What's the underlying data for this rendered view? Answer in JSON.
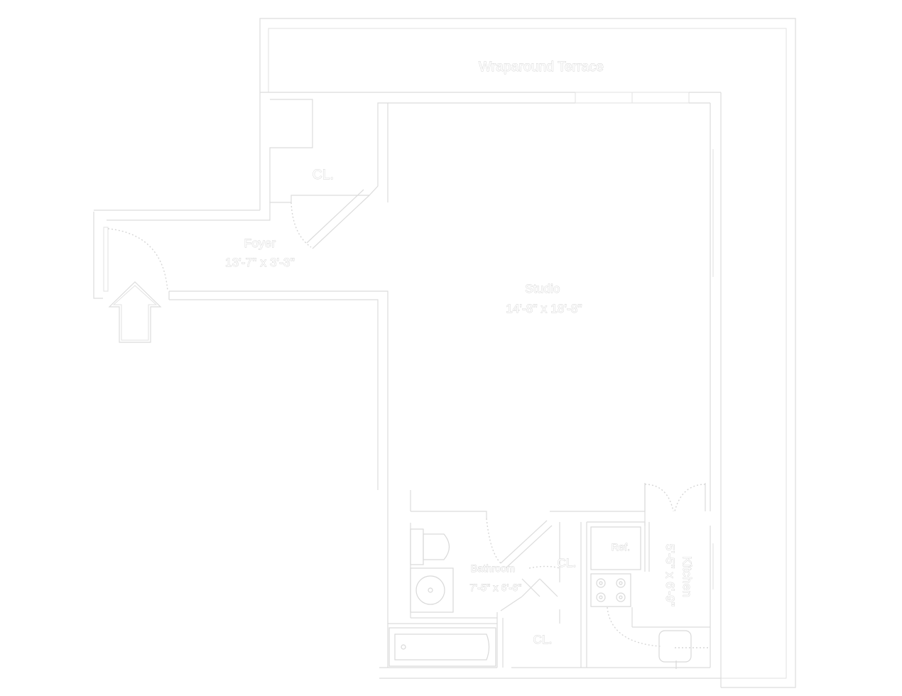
{
  "terrace": {
    "label": "Wraparound Terrace"
  },
  "foyer": {
    "name": "Foyer",
    "size": "13'-7\" x 3'-3\""
  },
  "studio": {
    "name": "Studio",
    "size": "14'-8\" x 18'-8\""
  },
  "bathroom": {
    "name": "Bathroom",
    "size": "7'-5\" x 6'-6\""
  },
  "kitchen": {
    "name": "Kitchen",
    "size": "5'-5\" x 6'-9\""
  },
  "closets": {
    "foyer": "CL.",
    "bath_side": "CL.",
    "bottom": "CL."
  },
  "appliances": {
    "refrigerator": "Ref."
  },
  "icons": {
    "entry": "entry-arrow-icon"
  }
}
